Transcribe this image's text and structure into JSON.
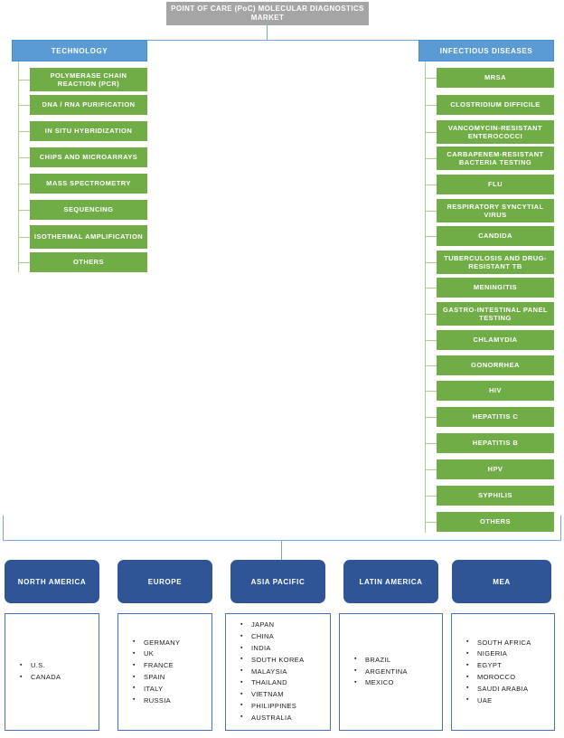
{
  "diagram": {
    "root": {
      "label": "POINT OF CARE (PoC) MOLECULAR DIAGNOSTICS MARKET"
    },
    "branches": [
      {
        "label": "TECHNOLOGY",
        "items": [
          "POLYMERASE CHAIN REACTION (PCR)",
          "DNA / RNA PURIFICATION",
          "IN SITU HYBRIDIZATION",
          "CHIPS AND MICROARRAYS",
          "MASS SPECTROMETRY",
          "SEQUENCING",
          "ISOTHERMAL AMPLIFICATION",
          "OTHERS"
        ]
      },
      {
        "label": "INFECTIOUS DISEASES",
        "items": [
          "MRSA",
          "CLOSTRIDIUM  DIFFICILE",
          "VANCOMYCIN-RESISTANT ENTEROCOCCI",
          "CARBAPENEM-RESISTANT BACTERIA TESTING",
          "FLU",
          "RESPIRATORY SYNCYTIAL VIRUS",
          "CANDIDA",
          "TUBERCULOSIS AND DRUG-RESISTANT TB",
          "MENINGITIS",
          "GASTRO-INTESTINAL PANEL TESTING",
          "CHLAMYDIA",
          "GONORRHEA",
          "HIV",
          "HEPATITIS  C",
          "HEPATITIS  B",
          "HPV",
          "SYPHILIS",
          "OTHERS"
        ]
      }
    ],
    "regions": [
      {
        "label": "NORTH AMERICA",
        "countries": [
          "U.S.",
          "CANADA"
        ]
      },
      {
        "label": "EUROPE",
        "countries": [
          "GERMANY",
          "UK",
          "FRANCE",
          "SPAIN",
          "ITALY",
          "RUSSIA"
        ]
      },
      {
        "label": "ASIA PACIFIC",
        "countries": [
          "JAPAN",
          "CHINA",
          "INDIA",
          "SOUTH KOREA",
          "MALAYSIA",
          "THAILAND",
          "VIETNAM",
          "PHILIPPINES",
          "AUSTRALIA"
        ]
      },
      {
        "label": "LATIN AMERICA",
        "countries": [
          "BRAZIL",
          "ARGENTINA",
          "MEXICO"
        ]
      },
      {
        "label": "MEA",
        "countries": [
          "SOUTH AFRICA",
          "NIGERIA",
          "EGYPT",
          "MOROCCO",
          "SAUDI ARABIA",
          "UAE"
        ]
      }
    ],
    "colors": {
      "root_fill": "#A5A5A5",
      "category_fill": "#5B9BD5",
      "leaf_fill": "#70AD47",
      "region_head_fill": "#2F5597",
      "region_border": "#4472C4",
      "connector_blue": "#7BA7D7",
      "connector_green": "#A9CE8F"
    }
  }
}
